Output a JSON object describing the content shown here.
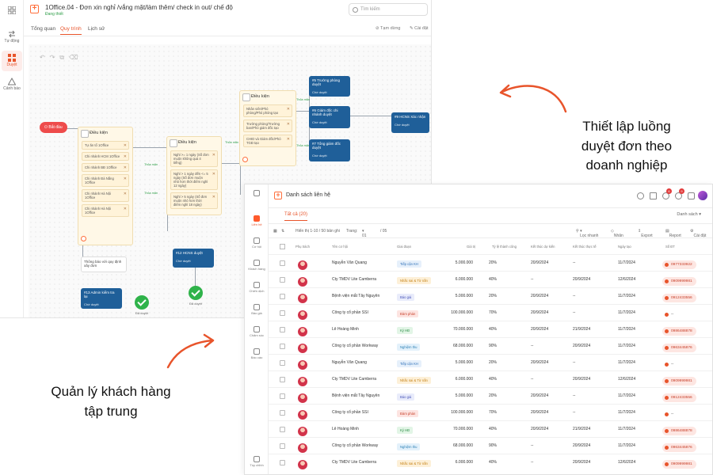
{
  "workflow_window": {
    "title": "1Office.04 - Đơn xin nghỉ /vắng mặt/làm thêm/ check in out/ chế độ",
    "status": "Đang thiết",
    "search_placeholder": "Tìm kiếm",
    "rail": [
      "Tự động",
      "Duyệt",
      "Cảnh báo"
    ],
    "tabs": [
      "Tổng quan",
      "Quy trình",
      "Lịch sử"
    ],
    "actions": [
      "Tạm dừng",
      "Cài đặt"
    ],
    "start_label": "Bắt đầu",
    "cond1": {
      "title": "Điều kiện",
      "rows": [
        "Tự ăn tổ 1Office",
        "Chi nhánh HCM 1Office",
        "Chi nhánh BĐ 1Office",
        "Chi nhánh Đà Nẵng 1Office",
        "Chi nhánh Hà Nội 1Office",
        "Chi nhánh Hà Nội 1Office"
      ]
    },
    "cond2": {
      "title": "Điều kiện",
      "rows": [
        "Nghỉ >= 1 ngày (Số đơn muộn không quá 4 tiếng)",
        "Nghỉ > 1 ngày đến <= 5 ngày (Số đơn muộn nhỏ hơn thời điểm nghỉ 12 ngày)",
        "Nghỉ > 5 ngày (Số đơn muộn nhỏ hơn thời điểm nghỉ 18 ngày)"
      ]
    },
    "cond3": {
      "title": "Điều kiện",
      "rows": [
        "Nhân viên/Phó phòng/Phó phòng tạo",
        "Trưởng phòng/Trưởng ban/Phó giám đốc tạo",
        "CHID và Giám đốc/Phó TGĐ tạo"
      ]
    },
    "steps": {
      "s5": "#5 Trưởng phòng duyệt",
      "s6": "#6 Giám đốc chi nhánh duyệt",
      "s7": "#7 Tổng giám đốc duyệt",
      "s9": "#9 HCNS Xác nhận",
      "s12": "#12 HCNS duyệt",
      "s13": "#13 Admin kiểm tra lại",
      "who": "Chờ duyệt"
    },
    "note_text": "Thông báo với quy định xây đơn",
    "done_label": "Đã duyệt",
    "edge_label": "Thỏa mãn"
  },
  "contacts_window": {
    "title": "Danh sách liên hệ",
    "rail": [
      "Liên hệ",
      "Cơ hội",
      "Khách hàng",
      "Chiến dịch",
      "Bảo giá",
      "Chăm sóc",
      "Báo cáo",
      "Tùy chỉnh"
    ],
    "tab_all": "Tất cả (20)",
    "sort_label": "Danh sách",
    "pager_label": "Hiển thị 1-10 / 50 bản ghi",
    "page_label": "Trang:",
    "page_current": "01",
    "page_total": "/ 05",
    "actions": [
      "Lọc nhanh",
      "Nhãn",
      "Export",
      "Report",
      "Cài đặt"
    ],
    "badges": [
      "6",
      "9"
    ],
    "columns": [
      "Phụ trách",
      "Tên cơ hội",
      "Giai đoạn",
      "Giá trị",
      "Tỷ lệ thành công",
      "Kết thúc dự kiến",
      "Kết thúc thực tế",
      "Ngày tạo",
      "Số ĐT"
    ],
    "rows": [
      {
        "name": "Nguyễn Văn Quang",
        "stage": "Tiếp cận KH",
        "value": "5.000.000",
        "rate": "20%",
        "exp": "20/9/2024",
        "act": "--",
        "created": "11/7/2024",
        "phone": "0977333922"
      },
      {
        "name": "Cty TMDV Lite Camberra",
        "stage": "Nhắc sai & Từ nắn",
        "value": "6.000.000",
        "rate": "40%",
        "exp": "--",
        "act": "20/9/2024",
        "created": "12/6/2024",
        "phone": "0909999981"
      },
      {
        "name": "Bệnh viện mắt Tây Nguyên",
        "stage": "Báo giá",
        "value": "5.000.000",
        "rate": "20%",
        "exp": "20/9/2024",
        "act": "--",
        "created": "11/7/2024",
        "phone": "0912433556"
      },
      {
        "name": "Công ty cổ phần SSI",
        "stage": "Đàm phán",
        "value": "100.000.000",
        "rate": "70%",
        "exp": "20/9/2024",
        "act": "--",
        "created": "11/7/2024",
        "phone": "--"
      },
      {
        "name": "Lê Hoàng Minh",
        "stage": "Ký HĐ",
        "value": "70.000.000",
        "rate": "40%",
        "exp": "20/9/2024",
        "act": "21/9/2024",
        "created": "11/7/2024",
        "phone": "0986488878"
      },
      {
        "name": "Công ty cổ phần Workway",
        "stage": "Nghiệm thu",
        "value": "68.000.000",
        "rate": "90%",
        "exp": "--",
        "act": "20/9/2024",
        "created": "11/7/2024",
        "phone": "0963445876"
      },
      {
        "name": "Nguyễn Văn Quang",
        "stage": "Tiếp cận KH",
        "value": "5.000.000",
        "rate": "20%",
        "exp": "20/9/2024",
        "act": "--",
        "created": "11/7/2024",
        "phone": "--"
      },
      {
        "name": "Cty TMDV Lite Camberra",
        "stage": "Nhắc sai & Từ nắn",
        "value": "6.000.000",
        "rate": "40%",
        "exp": "--",
        "act": "20/9/2024",
        "created": "12/6/2024",
        "phone": "0909999981"
      },
      {
        "name": "Bệnh viện mắt Tây Nguyên",
        "stage": "Báo giá",
        "value": "5.000.000",
        "rate": "20%",
        "exp": "20/9/2024",
        "act": "--",
        "created": "11/7/2024",
        "phone": "0912433556"
      },
      {
        "name": "Công ty cổ phần SSI",
        "stage": "Đàm phán",
        "value": "100.000.000",
        "rate": "70%",
        "exp": "20/9/2024",
        "act": "--",
        "created": "11/7/2024",
        "phone": "--"
      },
      {
        "name": "Lê Hoàng Minh",
        "stage": "Ký HĐ",
        "value": "70.000.000",
        "rate": "40%",
        "exp": "20/9/2024",
        "act": "21/9/2024",
        "created": "11/7/2024",
        "phone": "0986488878"
      },
      {
        "name": "Công ty cổ phần Workway",
        "stage": "Nghiệm thu",
        "value": "68.000.000",
        "rate": "90%",
        "exp": "--",
        "act": "20/9/2024",
        "created": "11/7/2024",
        "phone": "0963445876"
      },
      {
        "name": "Cty TMDV Lite Camberra",
        "stage": "Nhắc sai & Từ nắn",
        "value": "6.000.000",
        "rate": "40%",
        "exp": "--",
        "act": "20/9/2024",
        "created": "12/6/2024",
        "phone": "0909999981"
      }
    ],
    "stage_colors": {
      "Tiếp cận KH": [
        "#e6f0fb",
        "#2d6fb7"
      ],
      "Nhắc sai & Từ nắn": [
        "#fdf0d8",
        "#c47f12"
      ],
      "Báo giá": [
        "#e9ecfb",
        "#4653b8"
      ],
      "Đàm phán": [
        "#fde4e1",
        "#c8412b"
      ],
      "Ký HĐ": [
        "#e2f5e6",
        "#2e8f48"
      ],
      "Nghiệm thu": [
        "#e3f1fb",
        "#2a7fb5"
      ]
    }
  },
  "callouts": {
    "workflow": [
      "Thiết lập luồng",
      "duyệt đơn theo",
      "doanh nghiệp"
    ],
    "crm": [
      "Quản lý khách hàng",
      "tập trung"
    ]
  },
  "colors": {
    "accent": "#e8542b",
    "step": "#1f5f99",
    "success": "#2fb34a"
  }
}
